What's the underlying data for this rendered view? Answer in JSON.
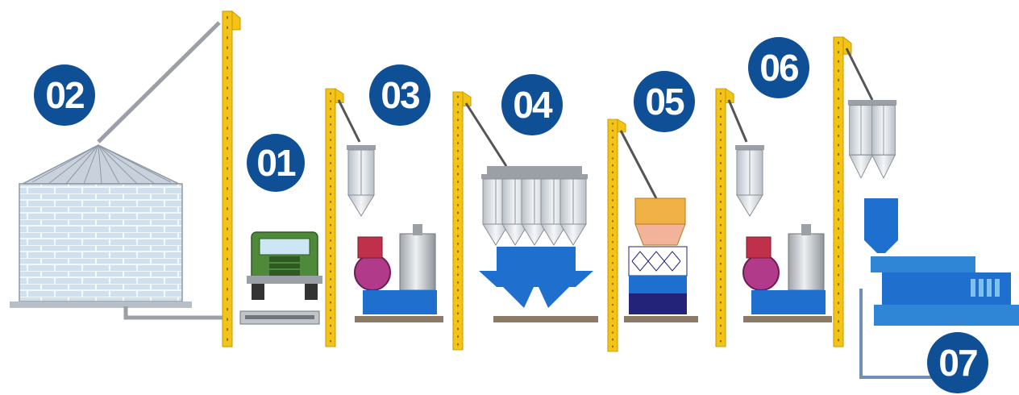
{
  "stages": [
    {
      "id": "silo",
      "label": "02"
    },
    {
      "id": "truck",
      "label": "01"
    },
    {
      "id": "crusher",
      "label": "03"
    },
    {
      "id": "mixer",
      "label": "04"
    },
    {
      "id": "dryer",
      "label": "05"
    },
    {
      "id": "crusher-2",
      "label": "06"
    },
    {
      "id": "pellet-mill",
      "label": "07"
    }
  ],
  "colors": {
    "badge": "#0f4f96",
    "elevator": "#f3c315",
    "elevator_dot": "#8a6d00",
    "machine_blue": "#1f6fcf",
    "silo_gray": "#d8dde3",
    "pipe": "#9aa0a6",
    "floor": "#8b7a66",
    "truck_green": "#4f8a3b",
    "crusher_red": "#c0304a",
    "dryer_orange": "#f0b247",
    "dryer_navy": "#23237a"
  }
}
